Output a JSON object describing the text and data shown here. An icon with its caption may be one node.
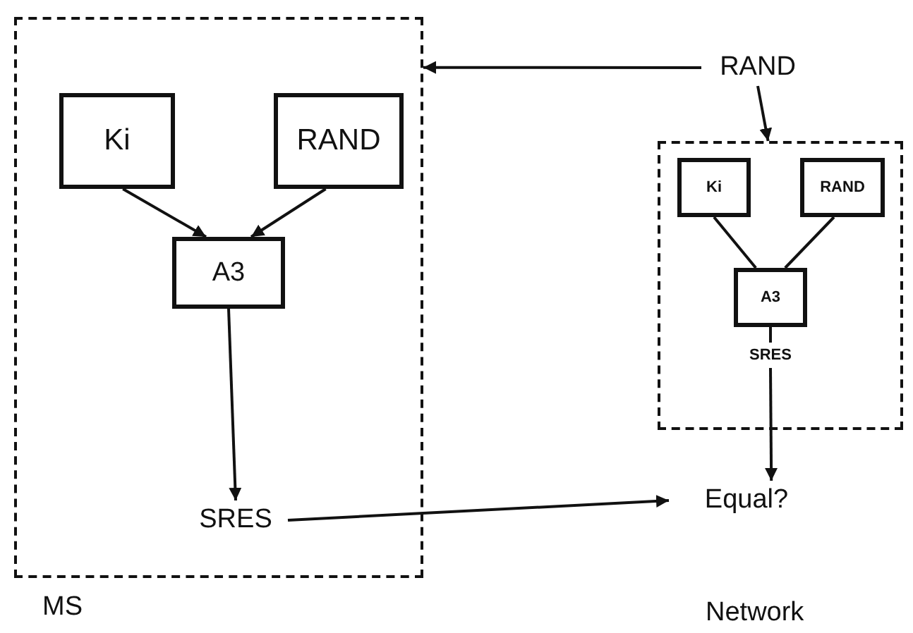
{
  "diagram": {
    "nodes": [
      {
        "text": [
          "MS"
        ]
      },
      {
        "text": [
          "Ki"
        ],
        "in": 0
      },
      {
        "text": [
          "RAND"
        ],
        "in": 0
      },
      {
        "text": [
          "A3"
        ],
        "in": 0
      },
      {
        "text": [
          "SRES"
        ],
        "in": 0
      },
      {
        "text": [
          "RAND"
        ]
      },
      {
        "text": [],
        "shape": "box"
      },
      {
        "text": [
          "Ki"
        ],
        "in": 6
      },
      {
        "text": [
          "RAND"
        ],
        "in": 6
      },
      {
        "text": [
          "A3"
        ],
        "in": 6
      },
      {
        "text": [
          "SRES"
        ],
        "in": 6
      },
      {
        "text": [
          "Equal?"
        ]
      }
    ],
    "edges": [
      {
        "from": 1,
        "to": 3,
        "arrow": "to"
      },
      {
        "from": 2,
        "to": 3,
        "arrow": "to"
      },
      {
        "from": 3,
        "to": 4,
        "arrow": "to"
      },
      {
        "from": 5,
        "to": 0,
        "arrow": "to"
      },
      {
        "from": 5,
        "to": 6,
        "arrow": "to"
      },
      {
        "from": 7,
        "to": 9,
        "arrow": "none"
      },
      {
        "from": 8,
        "to": 9,
        "arrow": "none"
      },
      {
        "from": 9,
        "to": 10,
        "arrow": "none"
      },
      {
        "from": 10,
        "to": 11,
        "arrow": "to"
      },
      {
        "from": 4,
        "to": 11,
        "arrow": "to"
      }
    ],
    "labels": [
      "Network"
    ]
  }
}
